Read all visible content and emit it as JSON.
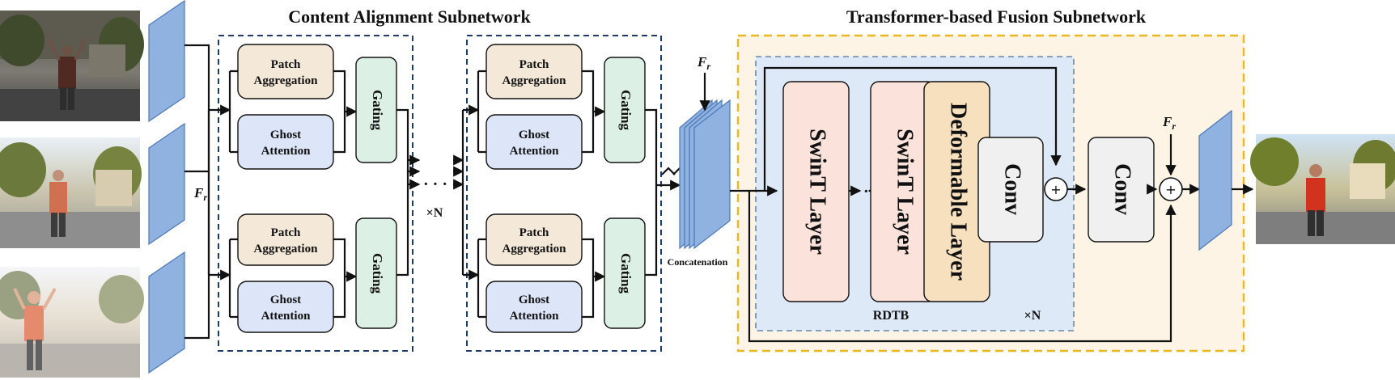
{
  "titles": {
    "content_alignment": "Content Alignment Subnetwork",
    "fusion": "Transformer-based Fusion Subnetwork"
  },
  "alignment": {
    "patch_line1": "Patch",
    "patch_line2": "Aggregation",
    "ghost_line1": "Ghost",
    "ghost_line2": "Attention",
    "gating": "Gating",
    "repeat": "×N",
    "ellipsis": "· · ·"
  },
  "reference_feature": {
    "symbol": "F",
    "subscript": "r"
  },
  "concatenation": "Concatenation",
  "fusion": {
    "swint": "SwinT Layer",
    "deformable": "Deformable Layer",
    "conv": "Conv",
    "rdtb": "RDTB",
    "repeat": "×N",
    "ellipsis": "· · ·",
    "plus": "+"
  },
  "colors": {
    "alignment_border": "#1f3b66",
    "fusion_border": "#e8b820",
    "fusion_fill": "#fdf4e6",
    "rdtb_fill": "#dde9f6",
    "patch_fill": "#f4e8d8",
    "ghost_fill": "#dde6f8",
    "gating_fill": "#ddf0e6",
    "swint_fill": "#fbe3dc",
    "deformable_fill": "#f7e0bd",
    "conv_fill": "#f0f0f0",
    "feature_fill": "#8fb2e0"
  }
}
